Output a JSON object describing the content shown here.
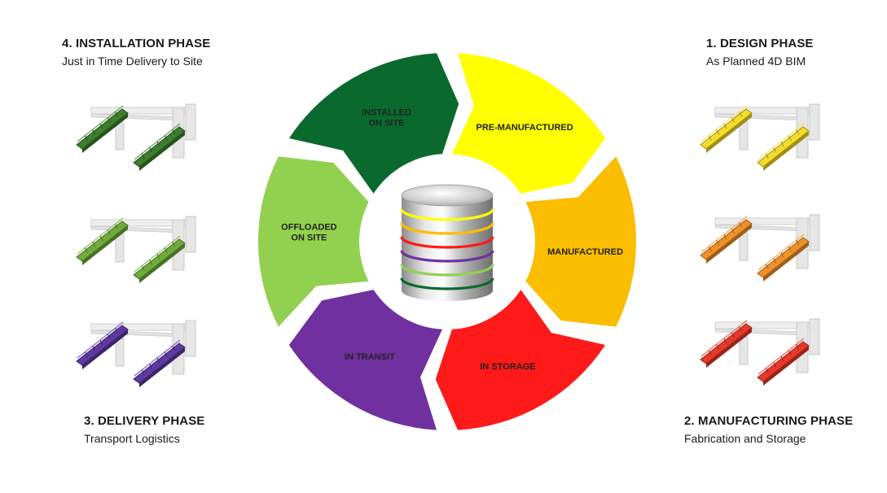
{
  "phases": {
    "installation": {
      "title": "4. INSTALLATION PHASE",
      "subtitle": "Just in Time Delivery to Site"
    },
    "design": {
      "title": "1. DESIGN PHASE",
      "subtitle": "As Planned 4D BIM"
    },
    "delivery": {
      "title": "3. DELIVERY PHASE",
      "subtitle": "Transport Logistics"
    },
    "manufacturing": {
      "title": "2. MANUFACTURING PHASE",
      "subtitle": "Fabrication and Storage"
    }
  },
  "segments": [
    {
      "id": "pre-manufactured",
      "lines": [
        "PRE-MANUFACTURED"
      ],
      "color": "#ffff00",
      "text_color": "#222222"
    },
    {
      "id": "manufactured",
      "lines": [
        "MANUFACTURED"
      ],
      "color": "#fbbd00",
      "text_color": "#222222"
    },
    {
      "id": "in-storage",
      "lines": [
        "IN STORAGE"
      ],
      "color": "#ff1a1a",
      "text_color": "#222222"
    },
    {
      "id": "in-transit",
      "lines": [
        "IN TRANSIT"
      ],
      "color": "#7030a0",
      "text_color": "#222222"
    },
    {
      "id": "offloaded-on-site",
      "lines": [
        "OFFLOADED",
        "ON SITE"
      ],
      "color": "#92d050",
      "text_color": "#222222"
    },
    {
      "id": "installed-on-site",
      "lines": [
        "INSTALLED",
        "ON SITE"
      ],
      "color": "#0a6a2e",
      "text_color": "#222222"
    }
  ],
  "database": {
    "icon": "database-icon",
    "ring_colors": [
      "#ffff00",
      "#fbbd00",
      "#ff1a1a",
      "#7030a0",
      "#92d050",
      "#0a6a2e"
    ]
  },
  "bridges": [
    {
      "id": "design-1",
      "color": "#f3dc2a"
    },
    {
      "id": "manufacturing-1",
      "color": "#f0902a"
    },
    {
      "id": "manufacturing-2",
      "color": "#e8382a"
    },
    {
      "id": "installation-1",
      "color": "#3e7e2e"
    },
    {
      "id": "installation-2",
      "color": "#6fac3c"
    },
    {
      "id": "delivery-1",
      "color": "#5e3aa0"
    }
  ]
}
